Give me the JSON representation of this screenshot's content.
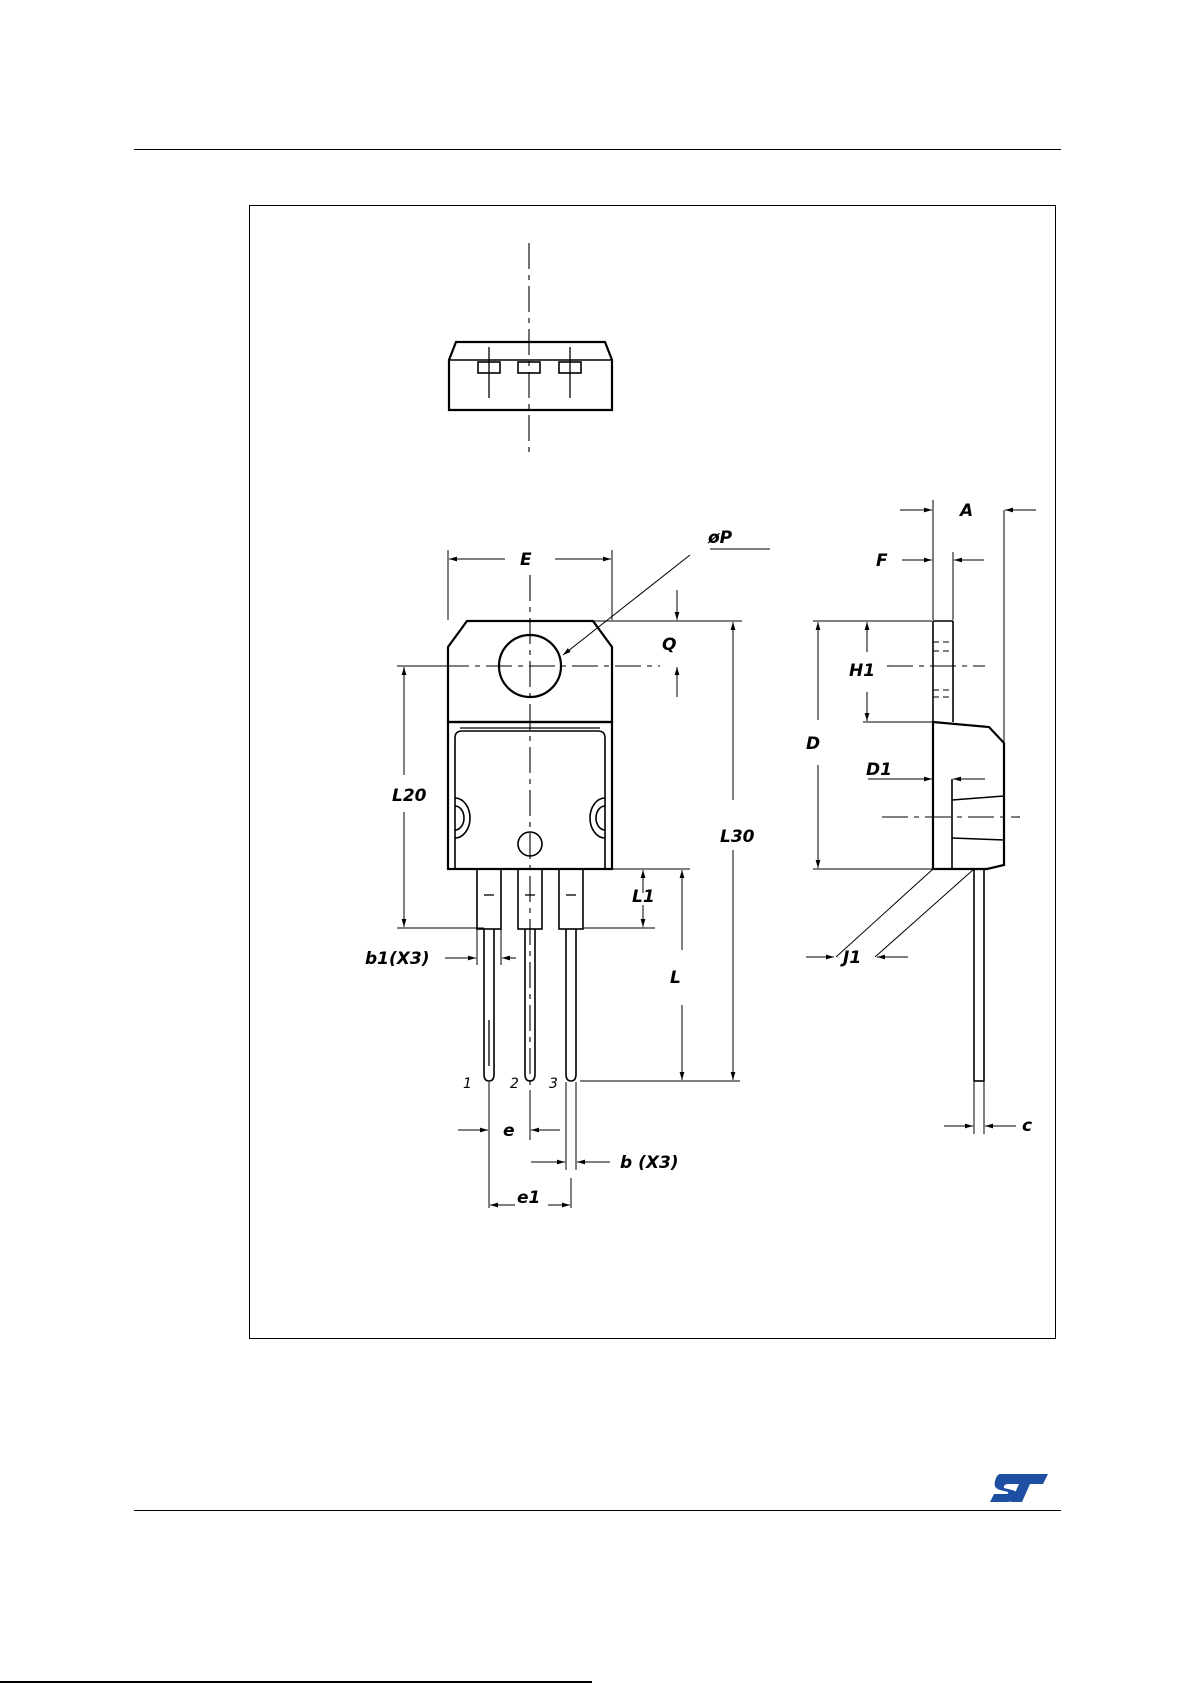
{
  "labels": {
    "E": "E",
    "oP": "øP",
    "Q": "Q",
    "L20": "L20",
    "L30": "L30",
    "L1": "L1",
    "L": "L",
    "b1": "b1(X3)",
    "e": "e",
    "e1": "e1",
    "b": "b  (X3)",
    "A": "A",
    "F": "F",
    "H1": "H1",
    "D": "D",
    "D1": "D1",
    "J1": "J1",
    "c": "c"
  },
  "pins": [
    "1",
    "2",
    "3"
  ],
  "logo": "ST"
}
